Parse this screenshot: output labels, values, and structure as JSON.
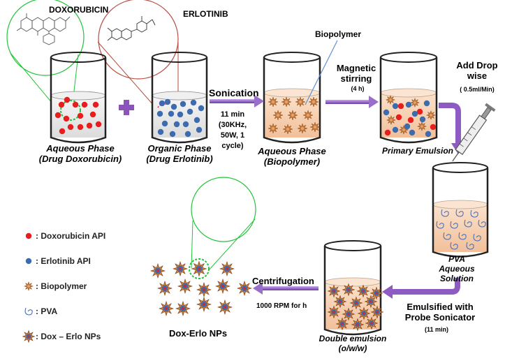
{
  "labels": {
    "doxorubicin_top": "DOXORUBICIN",
    "erlotinib_top": "ERLOTINIB",
    "aqueous_line1": "Aqueous Phase",
    "aqueous_line2": "(Drug Doxorubicin)",
    "organic_line1": "Organic Phase",
    "organic_line2": "(Drug Erlotinib)",
    "sonication": "Sonication",
    "sonication_d1": "11 min",
    "sonication_d2": "(30KHz,",
    "sonication_d3": "50W, 1",
    "sonication_d4": "cycle)",
    "biopolymer_top": "Biopolymer",
    "aq_bio_line1": "Aqueous Phase",
    "aq_bio_line2": "(Biopolymer)",
    "magnetic_line1": "Magnetic",
    "magnetic_line2": "stirring",
    "magnetic_time": "(4 h)",
    "primary_emulsion": "Primary Emulsion",
    "add_drop_line1": "Add Drop",
    "add_drop_line2": "wise",
    "add_drop_rate": "( 0.5ml/Min)",
    "pva_line1": "PVA",
    "pva_line2": "Aqueous",
    "pva_line3": "Solution",
    "emulsified_line1": "Emulsified with",
    "emulsified_line2": "Probe Sonicator",
    "emulsified_time": "(11 min)",
    "double_line1": "Double emulsion",
    "double_line2": "(o/w/w)",
    "centrifugation": "Centrifugation",
    "centrifugation_speed": "1000 RPM for h",
    "nps_label": "Dox-Erlo  NPs"
  },
  "legend": [
    {
      "symbol": "red-dot",
      "text": ":  Doxorubicin API"
    },
    {
      "symbol": "blue-dot",
      "text": ":  Erlotinib API"
    },
    {
      "symbol": "star",
      "text": ":  Biopolymer"
    },
    {
      "symbol": "pva-shape",
      "text": ":  PVA"
    },
    {
      "symbol": "np-star",
      "text": ":  Dox – Erlo NPs"
    }
  ],
  "colors": {
    "red_drug": "#e81e1e",
    "blue_drug": "#3d6bb0",
    "biopolymer": "#c77b3c",
    "arrow": "#9a6fc9",
    "arrow_dark": "#7b3fb0",
    "plus": "#8a54b8",
    "green_circle": "#22c43a",
    "red_circle": "#b74b3e",
    "blue_line": "#5b8ed6"
  }
}
